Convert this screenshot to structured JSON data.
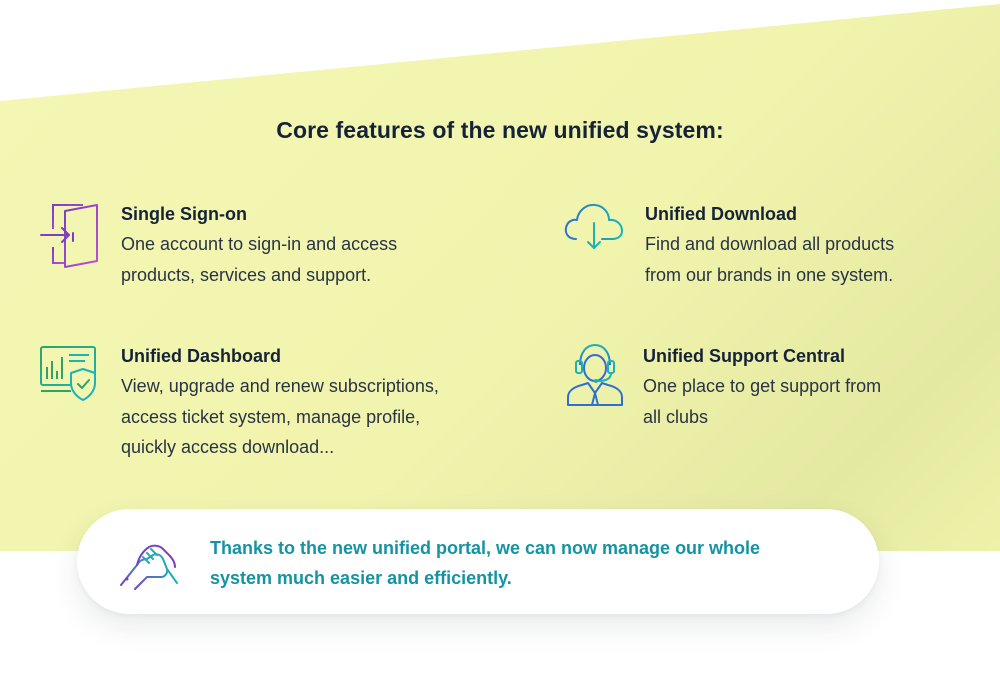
{
  "section": {
    "heading": "Core features of the new unified system:"
  },
  "features": [
    {
      "title": "Single Sign-on",
      "desc_lines": [
        "One account to sign-in and access",
        "products, services and support."
      ],
      "icon": "door-login-icon"
    },
    {
      "title": "Unified Download",
      "desc_lines": [
        "Find and download all products",
        "from our brands in one system."
      ],
      "icon": "cloud-download-icon"
    },
    {
      "title": "Unified Dashboard",
      "desc_lines": [
        "View, upgrade and renew subscriptions,",
        "access ticket system, manage profile,",
        "quickly access download..."
      ],
      "icon": "dashboard-shield-icon"
    },
    {
      "title": "Unified Support Central",
      "desc_lines": [
        "One place to get support from",
        "all clubs"
      ],
      "icon": "support-agent-icon"
    }
  ],
  "testimonial": {
    "quote_lines": [
      "Thanks to the new unified portal, we can now manage our whole",
      "system much easier and efficiently."
    ],
    "icon": "handshake-icon"
  },
  "colors": {
    "band": "#f2f5ae",
    "heading": "#152238",
    "quote": "#1493a3",
    "icon_purple": "#7b3fc4",
    "icon_teal": "#19b3b8",
    "icon_blue": "#2f6fd0",
    "icon_green": "#2fa36b"
  }
}
